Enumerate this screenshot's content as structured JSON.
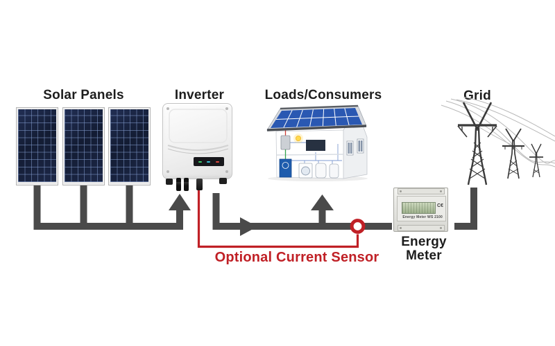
{
  "diagram": {
    "background": "#ffffff",
    "colors": {
      "wire": "#4a4a4a",
      "red": "#c02026",
      "ink": "#1d1d1d",
      "cell_blue": "#18233d",
      "roof_blue": "#2a58b2"
    },
    "nodes": {
      "solar_panels": {
        "label": "Solar Panels",
        "panel_count": 3
      },
      "inverter": {
        "label": "Inverter"
      },
      "loads": {
        "label": "Loads/Consumers"
      },
      "energy_meter": {
        "label_line1": "Energy",
        "label_line2": "Meter",
        "device_text": "Energy Meter WS 2100",
        "ce_mark": "C€"
      },
      "grid": {
        "label": "Grid"
      }
    },
    "annotation": {
      "current_sensor_label": "Optional Current Sensor"
    },
    "flows": [
      {
        "from": "Solar Panels",
        "to": "Inverter"
      },
      {
        "from": "Inverter",
        "to": "Loads/Consumers"
      },
      {
        "from": "Inverter",
        "to": "Energy Meter"
      },
      {
        "from": "Energy Meter",
        "to": "Grid"
      }
    ]
  }
}
